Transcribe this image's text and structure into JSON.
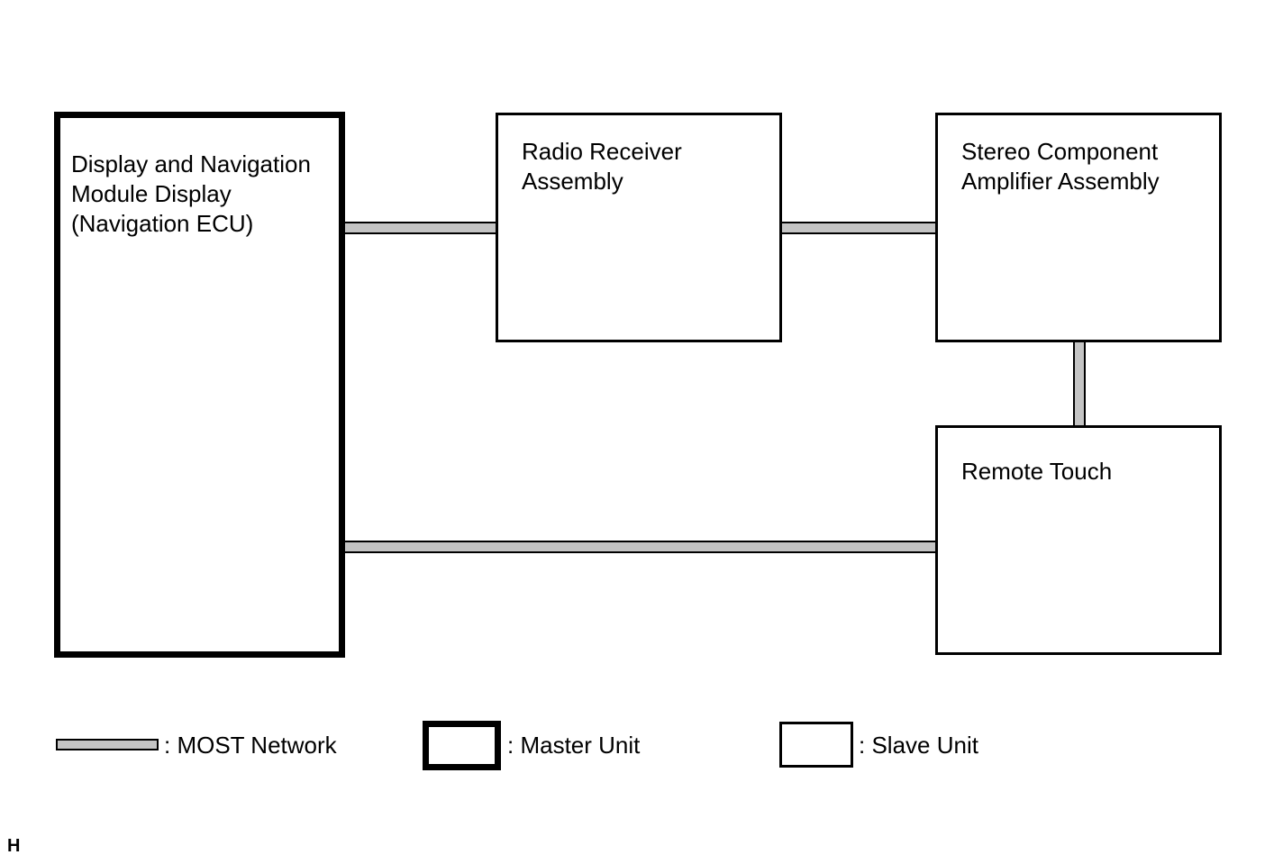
{
  "units": {
    "navigation_ecu": {
      "label": "Display and Navigation\nModule Display\n(Navigation ECU)",
      "role": "master"
    },
    "radio_receiver": {
      "label": "Radio Receiver\nAssembly",
      "role": "slave"
    },
    "stereo_amplifier": {
      "label": "Stereo Component\nAmplifier Assembly",
      "role": "slave"
    },
    "remote_touch": {
      "label": "Remote Touch",
      "role": "slave"
    }
  },
  "connections": [
    {
      "from": "navigation_ecu",
      "to": "radio_receiver",
      "type": "MOST Network"
    },
    {
      "from": "radio_receiver",
      "to": "stereo_amplifier",
      "type": "MOST Network"
    },
    {
      "from": "stereo_amplifier",
      "to": "remote_touch",
      "type": "MOST Network"
    },
    {
      "from": "remote_touch",
      "to": "navigation_ecu",
      "type": "MOST Network"
    }
  ],
  "legend": {
    "most_network": ": MOST Network",
    "master_unit": ": Master Unit",
    "slave_unit": ": Slave Unit"
  },
  "corner_mark": "H",
  "colors": {
    "wire_fill": "#c4c4c4",
    "outline": "#000000",
    "background": "#ffffff"
  }
}
